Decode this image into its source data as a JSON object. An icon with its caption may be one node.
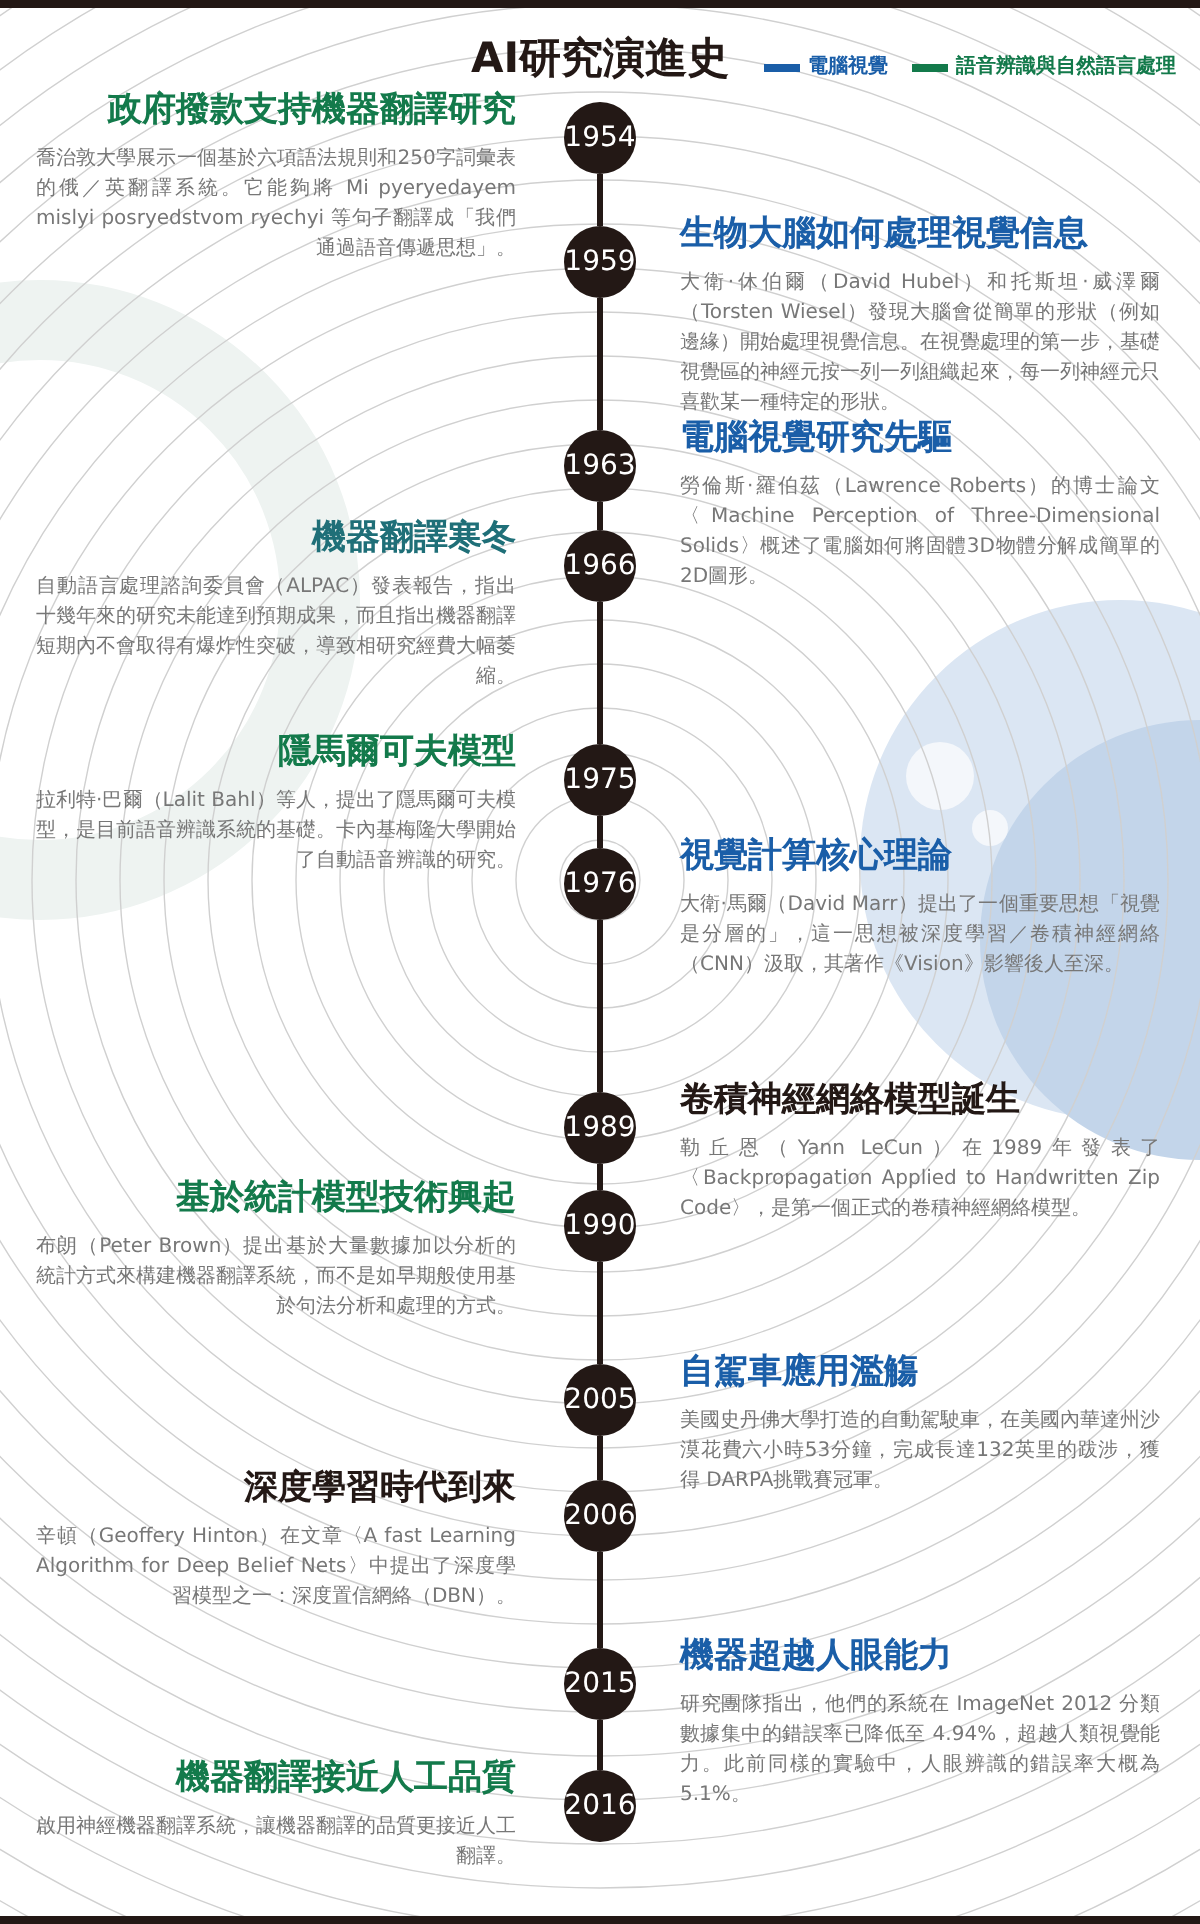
{
  "diagram": {
    "title": "AI研究演進史",
    "nodes": [
      {
        "text": [
          "1954"
        ],
        "beside": [
          "政府撥款支持機器翻譯研究",
          "喬治敦大學展示一個基於六項語法規則和250字詞彙表的俄／英翻譯系統。它能夠將 Mi pyeryedayem mislyi posryedstvom ryechyi 等句子翻譯成「我們通過語音傳遞思想」。"
        ]
      },
      {
        "text": [
          "1959"
        ],
        "beside": [
          "生物大腦如何處理視覺信息",
          "大衛·休伯爾（David Hubel）和托斯坦·威澤爾（Torsten Wiesel）發現大腦會從簡單的形狀（例如邊緣）開始處理視覺信息。在視覺處理的第一步，基礎視覺區的神經元按一列一列組織起來，每一列神經元只喜歡某一種特定的形狀。"
        ]
      },
      {
        "text": [
          "1963"
        ],
        "beside": [
          "電腦視覺研究先驅",
          "勞倫斯·羅伯茲（Lawrence Roberts）的博士論文〈Machine Perception of Three-Dimensional Solids〉概述了電腦如何將固體3D物體分解成簡單的2D圖形。"
        ]
      },
      {
        "text": [
          "1966"
        ],
        "beside": [
          "機器翻譯寒冬",
          "自動語言處理諮詢委員會（ALPAC）發表報告，指出十幾年來的研究未能達到預期成果，而且指出機器翻譯短期內不會取得有爆炸性突破，導致相研究經費大幅萎縮。"
        ]
      },
      {
        "text": [
          "1975"
        ],
        "beside": [
          "隱馬爾可夫模型",
          "拉利特·巴爾（Lalit Bahl）等人，提出了隱馬爾可夫模型，是目前語音辨識系統的基礎。卡內基梅隆大學開始了自動語音辨識的研究。"
        ]
      },
      {
        "text": [
          "1976"
        ],
        "beside": [
          "視覺計算核心理論",
          "大衛·馬爾（David Marr）提出了一個重要思想「視覺是分層的」，這一思想被深度學習／卷積神經網絡（CNN）汲取，其著作《Vision》影響後人至深。"
        ]
      },
      {
        "text": [
          "1989"
        ],
        "beside": [
          "卷積神經網絡模型誕生",
          "勒丘恩（Yann LeCun）在1989年發表了〈Backpropagation Applied to Handwritten Zip Code〉，是第一個正式的卷積神經網絡模型。"
        ]
      },
      {
        "text": [
          "1990"
        ],
        "beside": [
          "基於統計模型技術興起",
          "布朗（Peter Brown）提出基於大量數據加以分析的統計方式來構建機器翻譯系統，而不是如早期般使用基於句法分析和處理的方式。"
        ]
      },
      {
        "text": [
          "2005"
        ],
        "beside": [
          "自駕車應用濫觴",
          "美國史丹佛大學打造的自動駕駛車，在美國內華達州沙漠花費六小時53分鐘，完成長達132英里的跋涉，獲得 DARPA挑戰賽冠軍。"
        ]
      },
      {
        "text": [
          "2006"
        ],
        "beside": [
          "深度學習時代到來",
          "辛頓（Geoffery Hinton）在文章〈A fast Learning Algorithm for Deep Belief Nets〉中提出了深度學習模型之一：深度置信網絡（DBN）。"
        ]
      },
      {
        "text": [
          "2015"
        ],
        "beside": [
          "機器超越人眼能力",
          "研究團隊指出，他們的系統在 ImageNet 2012 分類數據集中的錯誤率已降低至 4.94%，超越人類視覺能力。此前同樣的實驗中，人眼辨識的錯誤率大概為 5.1%。"
        ]
      },
      {
        "text": [
          "2016"
        ],
        "beside": [
          "機器翻譯接近人工品質",
          "啟用神經機器翻譯系統，讓機器翻譯的品質更接近人工翻譯。"
        ]
      }
    ],
    "edges": [
      {
        "from": 0,
        "to": 1,
        "arrow": "none"
      },
      {
        "from": 1,
        "to": 2,
        "arrow": "none"
      },
      {
        "from": 2,
        "to": 3,
        "arrow": "none"
      },
      {
        "from": 3,
        "to": 4,
        "arrow": "none"
      },
      {
        "from": 4,
        "to": 5,
        "arrow": "none"
      },
      {
        "from": 5,
        "to": 6,
        "arrow": "none"
      },
      {
        "from": 6,
        "to": 7,
        "arrow": "none"
      },
      {
        "from": 7,
        "to": 8,
        "arrow": "none"
      },
      {
        "from": 8,
        "to": 9,
        "arrow": "none"
      },
      {
        "from": 9,
        "to": 10,
        "arrow": "none"
      },
      {
        "from": 10,
        "to": 11,
        "arrow": "none"
      }
    ],
    "legend": [
      {
        "text": "電腦視覺",
        "color": "#1a5ea8"
      },
      {
        "text": "語音辨識與自然語言處理",
        "color": "#137a4b"
      }
    ]
  }
}
